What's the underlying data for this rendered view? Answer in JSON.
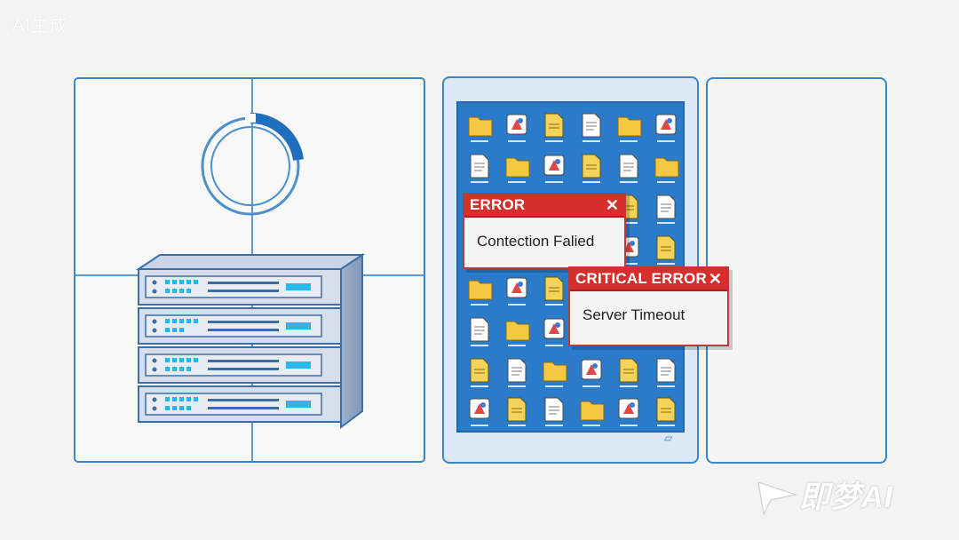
{
  "watermark": {
    "top": "AI生成",
    "bottom": "即梦AI"
  },
  "dialogs": [
    {
      "title": "ERROR",
      "message": "Contection Falied"
    },
    {
      "title": "CRITICAL ERROR",
      "message": "Server Timeout"
    }
  ],
  "icons": {
    "close": "close-icon",
    "server": "server-rack-icon",
    "loading": "loading-ring-icon",
    "file": "file-icon",
    "folder": "folder-icon"
  },
  "colors": {
    "frame": "#3c86c6",
    "screen": "#2a7bc9",
    "error_red": "#d62d2d",
    "server_body": "#cdd6e3",
    "led": "#27b8f0"
  }
}
